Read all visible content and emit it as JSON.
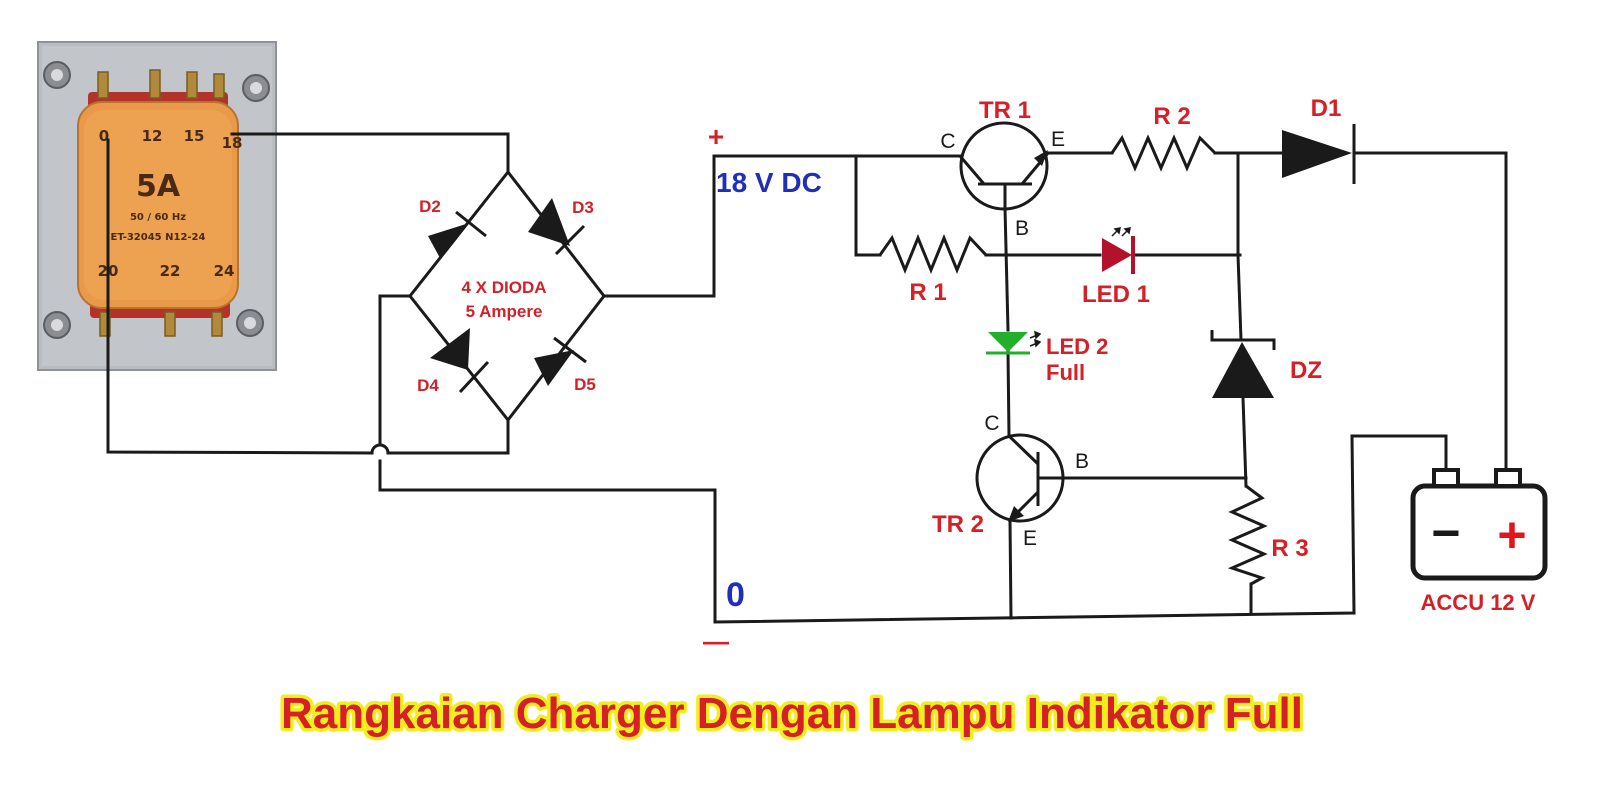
{
  "title": "Rangkaian Charger Dengan Lampu Indikator Full",
  "transformer": {
    "rating": "5A",
    "frequency": "50 / 60 Hz",
    "model": "ET-32045  N12-24",
    "top_taps": [
      "0",
      "12",
      "15",
      "18"
    ],
    "bottom_taps": [
      "20",
      "22",
      "24"
    ]
  },
  "bridge": {
    "label_line1": "4 X DIODA",
    "label_line2": "5 Ampere",
    "diodes": [
      "D2",
      "D3",
      "D4",
      "D5"
    ]
  },
  "supply": {
    "plus_sign": "+",
    "voltage": "18 V DC",
    "zero": "0",
    "minus_sign": "—"
  },
  "components": {
    "tr1": "TR 1",
    "tr1_c": "C",
    "tr1_e": "E",
    "tr1_b": "B",
    "r1": "R 1",
    "r2": "R 2",
    "d1": "D1",
    "led1": "LED 1",
    "led2_line1": "LED 2",
    "led2_line2": "Full",
    "dz": "DZ",
    "tr2": "TR 2",
    "tr2_c": "C",
    "tr2_b": "B",
    "tr2_e": "E",
    "r3": "R 3"
  },
  "battery": {
    "label": "ACCU 12 V",
    "minus": "−",
    "plus": "+"
  },
  "colors": {
    "title_fill": "#d42026",
    "title_outline": "#f2ee1c",
    "label_red": "#d42026",
    "label_blue": "#1f2fb8",
    "led1": "#b3122a",
    "led2": "#22b02c",
    "transformer_body": "#e89a48",
    "transformer_frame": "#b9bcc1"
  }
}
